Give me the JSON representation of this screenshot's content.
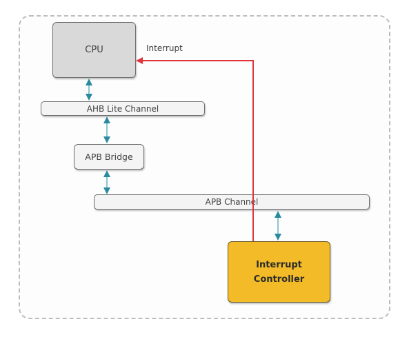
{
  "diagram": {
    "blocks": {
      "cpu": "CPU",
      "ahb_channel": "AHB Lite Channel",
      "apb_bridge": "APB Bridge",
      "apb_channel": "APB Channel",
      "interrupt_controller_line1": "Interrupt",
      "interrupt_controller_line2": "Controller"
    },
    "signals": {
      "interrupt_label": "Interrupt"
    },
    "colors": {
      "interrupt_line": "#e0343a",
      "bus_arrow": "#2a8a9e",
      "interrupt_controller_fill": "#f2bb27",
      "cpu_fill": "#d9d9d9"
    }
  }
}
